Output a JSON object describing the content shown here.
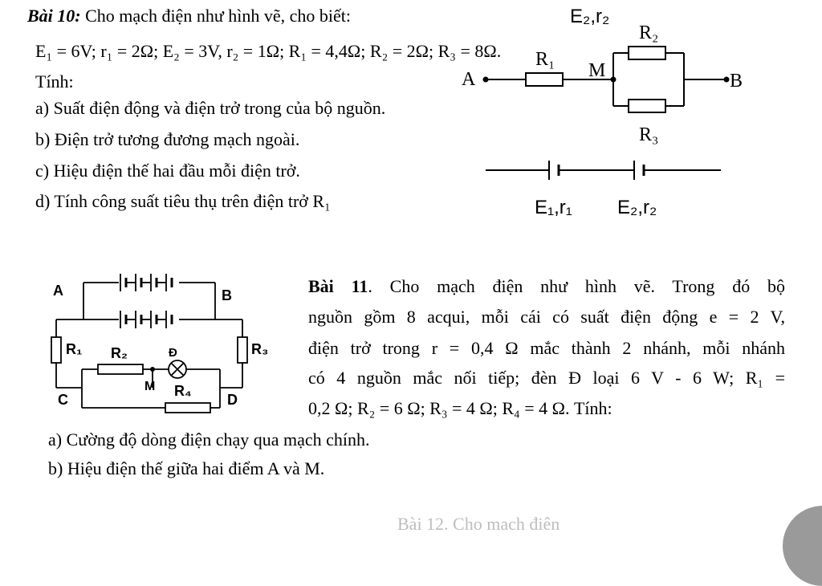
{
  "bai10": {
    "title": "Bài 10:",
    "intro": "Cho mạch điện như hình vẽ, cho biết:",
    "given": "E₁ = 6V; r₁ = 2Ω; E₂ = 3V, r₂ = 1Ω;  R₁ = 4,4Ω; R₂ = 2Ω; R₃ = 8Ω.",
    "tinh": "Tính:",
    "q_a": "a) Suất điện động và điện trở trong của bộ nguồn.",
    "q_b": "b) Điện trở tương đương mạch ngoài.",
    "q_c": "c) Hiệu điện thế hai đầu mỗi điện trở.",
    "q_d": "d) Tính công suất tiêu thụ trên điện trở R₁",
    "diagram": {
      "top_label": "E₂,r₂",
      "A": "A",
      "B": "B",
      "M": "M",
      "R1": "R₁",
      "R2": "R₂",
      "R3": "R₃",
      "E1r1": "E₁,r₁",
      "E2r2": "E₂,r₂"
    }
  },
  "bai11": {
    "line1_a": "Bài 11",
    "line1_b": ". Cho mạch điện như hình vẽ. Trong đó bộ",
    "line2": "nguồn gồm 8 acqui, mỗi cái có suất điện động e = 2 V,",
    "line3": "điện trở trong r = 0,4 Ω mắc thành 2 nhánh, mỗi nhánh",
    "line4": "có 4 nguồn mắc nối tiếp; đèn Đ loại 6 V - 6 W; R₁ =",
    "line5": "0,2 Ω; R₂ = 6 Ω;  R₃ = 4 Ω; R₄ = 4 Ω. Tính:",
    "q_a": "a) Cường độ dòng điện chạy qua mạch chính.",
    "q_b": "b) Hiệu điện thế giữa hai điểm A và M.",
    "diagram": {
      "A": "A",
      "B": "B",
      "C": "C",
      "D": "D",
      "M": "M",
      "R1": "R₁",
      "R2": "R₂",
      "R3": "R₃",
      "R4": "R₄",
      "lamp": "Đ"
    }
  },
  "footer_partial": "Bài 12. Cho mạch điện"
}
